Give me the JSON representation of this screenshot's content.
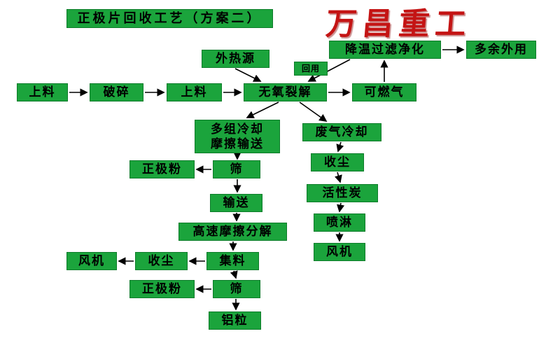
{
  "title": "正极片回收工艺（方案二）",
  "watermark": "万昌重工",
  "nodes": {
    "external_heat": "外热源",
    "cool_filter_purify": "降温过滤净化",
    "surplus_external": "多余外用",
    "reuse": "回用",
    "feed_1": "上料",
    "crush": "破碎",
    "feed_2": "上料",
    "pyrolysis": "无氧裂解",
    "combustible_gas": "可燃气",
    "multi_cooling": "多组冷却\n摩擦输送",
    "exhaust_cooling": "废气冷却",
    "cathode_powder_1": "正极粉",
    "sieve_1": "筛",
    "dust_collect_r": "收尘",
    "convey": "输送",
    "activated_carbon": "活性炭",
    "friction_decompose": "高速摩擦分解",
    "spray": "喷淋",
    "fan_l": "风机",
    "dust_collect_l": "收尘",
    "collect": "集料",
    "fan_r": "风机",
    "cathode_powder_2": "正极粉",
    "sieve_2": "筛",
    "aluminum_granule": "铝粒"
  },
  "colors": {
    "background": "#ffffff",
    "box_bg": "#1ba43c",
    "box_border": "#0d7c2a",
    "text": "#000000",
    "arrow": "#000000",
    "watermark": "#c41414"
  }
}
